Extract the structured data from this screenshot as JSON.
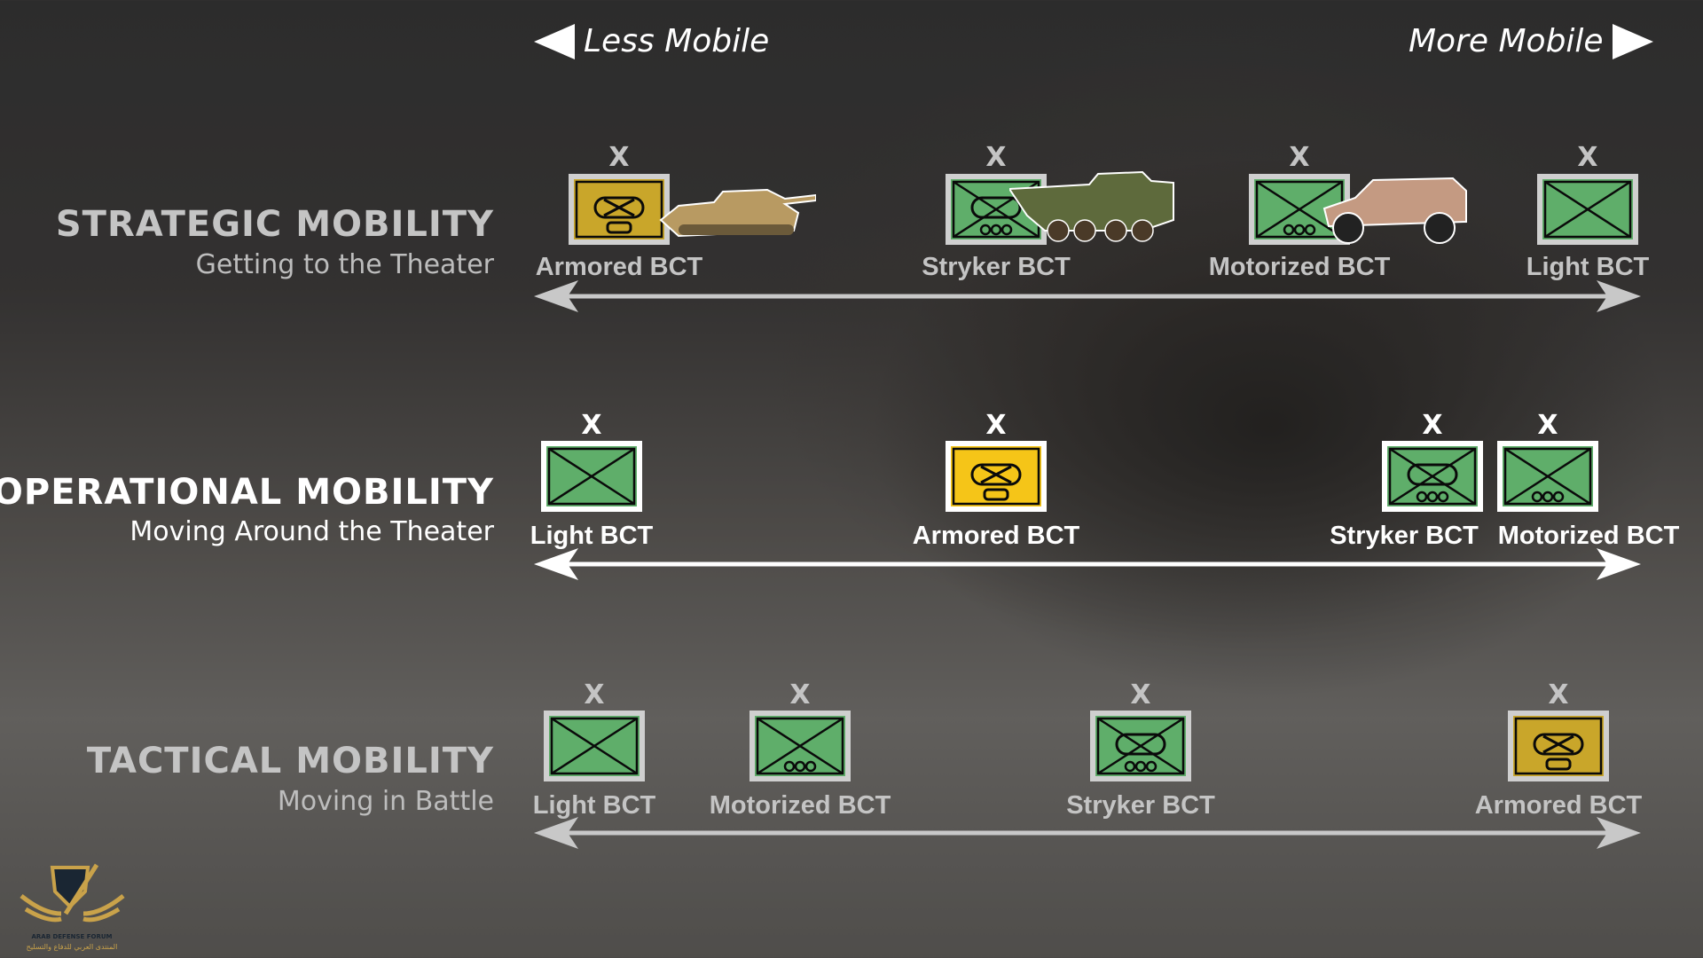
{
  "header": {
    "less_mobile": "Less Mobile",
    "more_mobile": "More Mobile"
  },
  "colors": {
    "green": "#5fae6a",
    "yellow_active": "#f5c518",
    "yellow_dim": "#c9a62a"
  },
  "rows": [
    {
      "title": "STRATEGIC MOBILITY",
      "subtitle": "Getting to the Theater",
      "active": false,
      "units": [
        {
          "label": "Armored BCT",
          "type": "armored"
        },
        {
          "label": "Stryker BCT",
          "type": "stryker"
        },
        {
          "label": "Motorized BCT",
          "type": "motorized"
        },
        {
          "label": "Light BCT",
          "type": "light"
        }
      ]
    },
    {
      "title": "OPERATIONAL MOBILITY",
      "subtitle": "Moving Around the Theater",
      "active": true,
      "units": [
        {
          "label": "Light BCT",
          "type": "light"
        },
        {
          "label": "Armored BCT",
          "type": "armored"
        },
        {
          "label": "Stryker BCT",
          "type": "stryker"
        },
        {
          "label": "Motorized BCT",
          "type": "motorized"
        }
      ]
    },
    {
      "title": "TACTICAL MOBILITY",
      "subtitle": "Moving in Battle",
      "active": false,
      "units": [
        {
          "label": "Light BCT",
          "type": "light"
        },
        {
          "label": "Motorized BCT",
          "type": "motorized"
        },
        {
          "label": "Stryker BCT",
          "type": "stryker"
        },
        {
          "label": "Armored BCT",
          "type": "armored"
        }
      ]
    }
  ],
  "echelon_mark": "X",
  "logo": {
    "text": "ARAB DEFENSE FORUM",
    "arabic": "المنتدى العربي للدفاع والتسليح"
  }
}
